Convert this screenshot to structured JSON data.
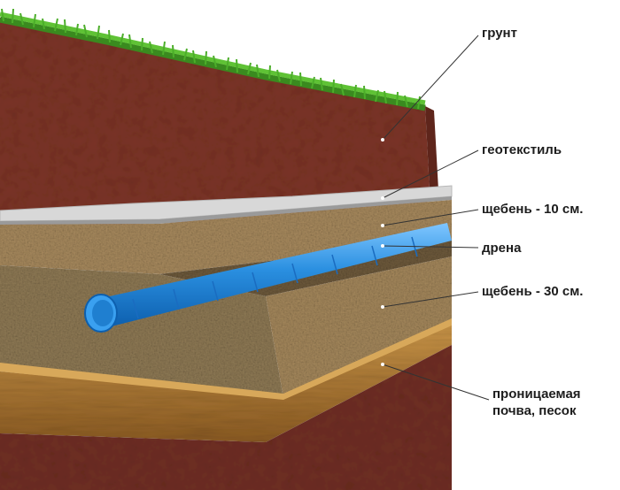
{
  "diagram": {
    "labels": {
      "soil": "грунт",
      "geotextile": "геотекстиль",
      "gravel_top": "щебень - 10 см.",
      "drain": "дрена",
      "gravel_bottom": "щебень - 30 см.",
      "permeable_line1": "проницаемая",
      "permeable_line2": "почва, песок"
    },
    "colors": {
      "soil": "#7a3326",
      "grass": "#4cae2a",
      "gravel": "#a88a5e",
      "pipe": "#2a8fe0",
      "sand": "#c08b3c",
      "geotextile": "#d8d8d8",
      "leader_line": "#333333"
    }
  }
}
